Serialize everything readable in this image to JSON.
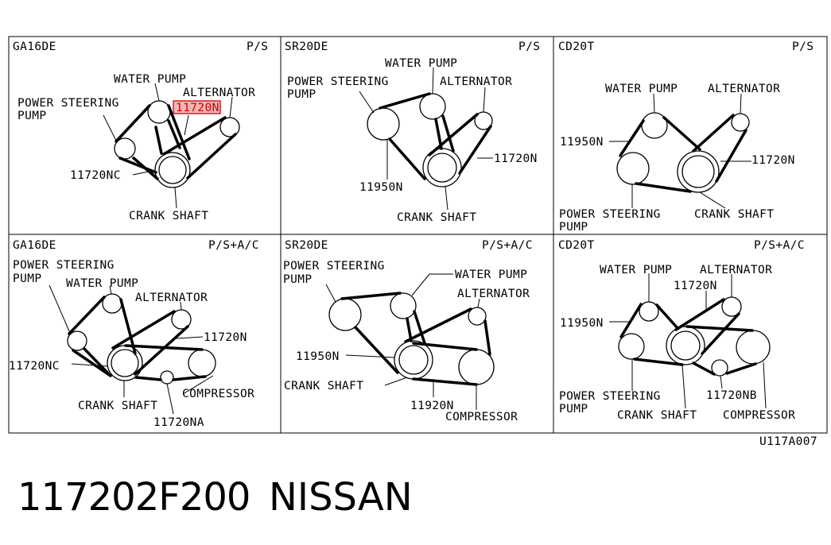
{
  "diagram_code": "U117A007",
  "footer": {
    "part_number": "117202F200",
    "brand": "NISSAN"
  },
  "panels": [
    {
      "engine": "GA16DE",
      "config": "P/S",
      "labels": {
        "water_pump": "WATER PUMP",
        "power_steering": "POWER STEERING",
        "pump": "PUMP",
        "alternator": "ALTERNATOR",
        "belt_highlighted": "11720N",
        "belt_ps": "11720NC",
        "crank": "CRANK SHAFT"
      }
    },
    {
      "engine": "SR20DE",
      "config": "P/S",
      "labels": {
        "water_pump": "WATER PUMP",
        "power_steering": "POWER STEERING",
        "pump": "PUMP",
        "alternator": "ALTERNATOR",
        "belt_alt": "11720N",
        "belt_ps": "11950N",
        "crank": "CRANK SHAFT"
      }
    },
    {
      "engine": "CD20T",
      "config": "P/S",
      "labels": {
        "water_pump": "WATER PUMP",
        "alternator": "ALTERNATOR",
        "belt_ps": "11950N",
        "belt_alt": "11720N",
        "power_steering": "POWER STEERING",
        "pump": "PUMP",
        "crank": "CRANK SHAFT"
      }
    },
    {
      "engine": "GA16DE",
      "config": "P/S+A/C",
      "labels": {
        "power_steering": "POWER STEERING",
        "pump": "PUMP",
        "water_pump": "WATER PUMP",
        "alternator": "ALTERNATOR",
        "belt_alt": "11720N",
        "belt_ps": "11720NC",
        "crank": "CRANK SHAFT",
        "compressor": "COMPRESSOR",
        "belt_ac": "11720NA"
      }
    },
    {
      "engine": "SR20DE",
      "config": "P/S+A/C",
      "labels": {
        "power_steering": "POWER STEERING",
        "pump": "PUMP",
        "water_pump": "WATER PUMP",
        "alternator": "ALTERNATOR",
        "belt_ps": "11950N",
        "crank": "CRANK SHAFT",
        "belt_ac": "11920N",
        "compressor": "COMPRESSOR"
      }
    },
    {
      "engine": "CD20T",
      "config": "P/S+A/C",
      "labels": {
        "water_pump": "WATER PUMP",
        "alternator": "ALTERNATOR",
        "belt_alt": "11720N",
        "belt_ps": "11950N",
        "power_steering": "POWER STEERING",
        "pump": "PUMP",
        "belt_ac": "11720NB",
        "crank": "CRANK SHAFT",
        "compressor": "COMPRESSOR"
      }
    }
  ]
}
